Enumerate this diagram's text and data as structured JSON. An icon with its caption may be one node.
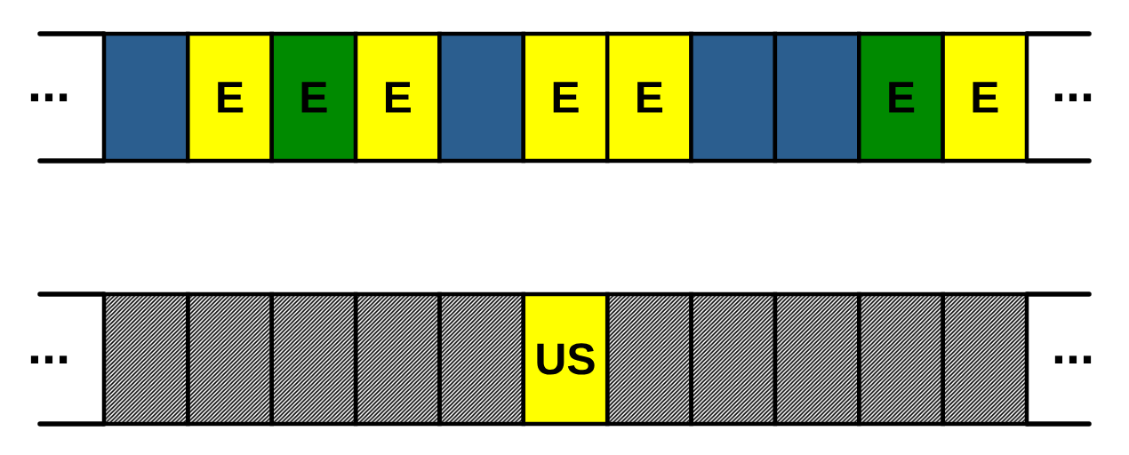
{
  "diagram": {
    "nodes": [
      {
        "text": [],
        "shape": "box"
      },
      {
        "text": [
          "E"
        ]
      },
      {
        "text": [
          "E"
        ]
      },
      {
        "text": [
          "E"
        ]
      },
      {
        "text": [],
        "shape": "box"
      },
      {
        "text": [
          "E"
        ]
      },
      {
        "text": [
          "E"
        ]
      },
      {
        "text": [],
        "shape": "box"
      },
      {
        "text": [],
        "shape": "box"
      },
      {
        "text": [
          "E"
        ]
      },
      {
        "text": [
          "E"
        ]
      },
      {
        "text": [],
        "shape": "box"
      },
      {
        "text": [],
        "shape": "box"
      },
      {
        "text": [],
        "shape": "box"
      },
      {
        "text": [],
        "shape": "box"
      },
      {
        "text": [],
        "shape": "box"
      },
      {
        "text": [
          "US"
        ]
      },
      {
        "text": [],
        "shape": "box"
      },
      {
        "text": [],
        "shape": "box"
      },
      {
        "text": [],
        "shape": "box"
      },
      {
        "text": [],
        "shape": "box"
      },
      {
        "text": [],
        "shape": "box"
      }
    ],
    "labels": [
      "...",
      "...",
      "...",
      "..."
    ]
  }
}
